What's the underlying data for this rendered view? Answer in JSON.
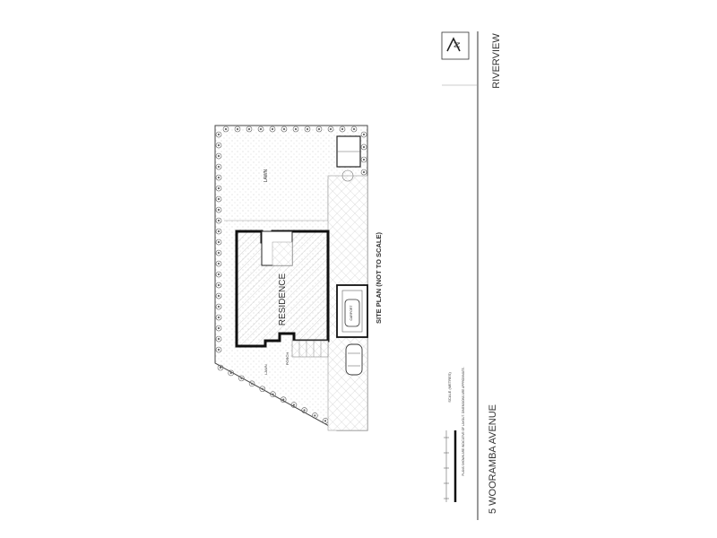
{
  "drawing": {
    "address": "5 WOORAMBA AVENUE",
    "suburb": "RIVERVIEW",
    "north_symbol": "N"
  },
  "plan": {
    "title": "SITE PLAN (NOT TO SCALE)",
    "residence_label": "RESIDENCE",
    "rear_lawn_label": "LAWN",
    "front_lawn_label": "LAWN",
    "carport_label": "CARPORT",
    "porch_label": "PORCH"
  },
  "scale": {
    "label": "SCALE (METRES)",
    "note": "PLANS SHOWN ARE INDICATIVE OF LAYOUT. DIMENSIONS ARE APPROXIMATE."
  },
  "colors": {
    "line": "#333333",
    "wall": "#111111",
    "hatch": "#bbbbbb",
    "paving": "#cccccc"
  }
}
